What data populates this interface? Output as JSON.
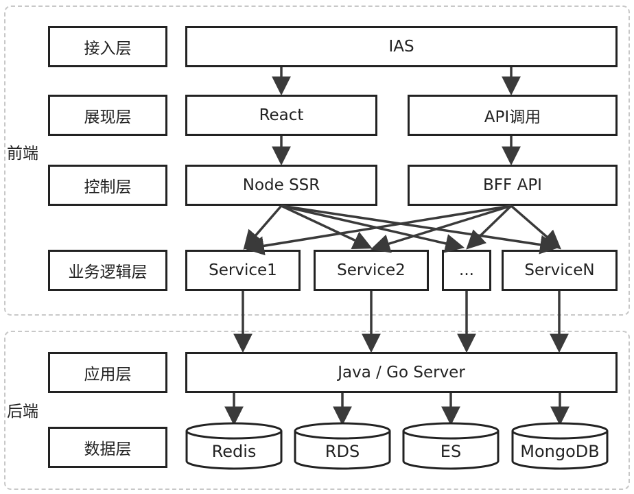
{
  "groups": {
    "frontend_label": "前端",
    "backend_label": "后端"
  },
  "layers": {
    "access": "接入层",
    "presentation": "展现层",
    "control": "控制层",
    "business_logic": "业务逻辑层",
    "application": "应用层",
    "data": "数据层"
  },
  "nodes": {
    "ias": "IAS",
    "react": "React",
    "api_call": "API调用",
    "node_ssr": "Node SSR",
    "bff_api": "BFF API",
    "service1": "Service1",
    "service2": "Service2",
    "ellipsis": "...",
    "serviceN": "ServiceN",
    "java_go_server": "Java / Go Server"
  },
  "databases": {
    "redis": "Redis",
    "rds": "RDS",
    "es": "ES",
    "mongodb": "MongoDB"
  }
}
